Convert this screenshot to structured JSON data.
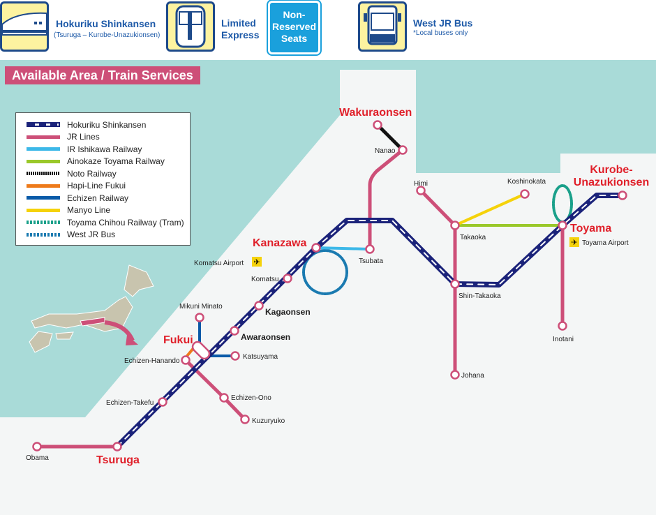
{
  "header": {
    "shinkansen": {
      "title": "Hokuriku Shinkansen",
      "sub": "(Tsuruga – Kurobe-Unazukionsen)"
    },
    "limited": {
      "line1": "Limited",
      "line2": "Express"
    },
    "nonreserved": {
      "line1": "Non-",
      "line2": "Reserved",
      "line3": "Seats"
    },
    "bus": {
      "title": "West JR Bus",
      "sub": "*Local buses only"
    }
  },
  "title": "Available Area / Train Services",
  "legend": [
    {
      "label": "Hokuriku Shinkansen",
      "color": "#1b237a"
    },
    {
      "label": "JR Lines",
      "color": "#cd4f78"
    },
    {
      "label": "IR Ishikawa Railway",
      "color": "#3cb8e8"
    },
    {
      "label": "Ainokaze Toyama Railway",
      "color": "#9ac82a"
    },
    {
      "label": "Noto Railway",
      "color": "#111111"
    },
    {
      "label": "Hapi-Line Fukui",
      "color": "#ee7a1a"
    },
    {
      "label": "Echizen Railway",
      "color": "#0a5aa8"
    },
    {
      "label": "Manyo Line",
      "color": "#f5d20a"
    },
    {
      "label": "Toyama Chihou Railway (Tram)",
      "color": "#1aa08a"
    },
    {
      "label": "West JR Bus",
      "color": "#1a7ab0"
    }
  ],
  "stations": {
    "wakura": "Wakuraonsen",
    "nanao": "Nanao",
    "himi": "Himi",
    "koshinokata": "Koshinokata",
    "kurobe1": "Kurobe-",
    "kurobe2": "Unazukionsen",
    "toyama": "Toyama",
    "toyama_airport": "Toyama Airport",
    "takaoka": "Takaoka",
    "kanazawa": "Kanazawa",
    "komatsu_airport": "Komatsu Airport",
    "tsubata": "Tsubata",
    "komatsu": "Komatsu",
    "shintakaoka": "Shin-Takaoka",
    "kaga": "Kagaonsen",
    "mikuni": "Mikuni Minato",
    "awara": "Awaraonsen",
    "fukui": "Fukui",
    "katsuyama": "Katsuyama",
    "hanando": "Echizen-Hanando",
    "inotani": "Inotani",
    "johana": "Johana",
    "ono": "Echizen-Ono",
    "takefu": "Echizen-Takefu",
    "kuzuryuko": "Kuzuryuko",
    "obama": "Obama",
    "tsuruga": "Tsuruga"
  }
}
